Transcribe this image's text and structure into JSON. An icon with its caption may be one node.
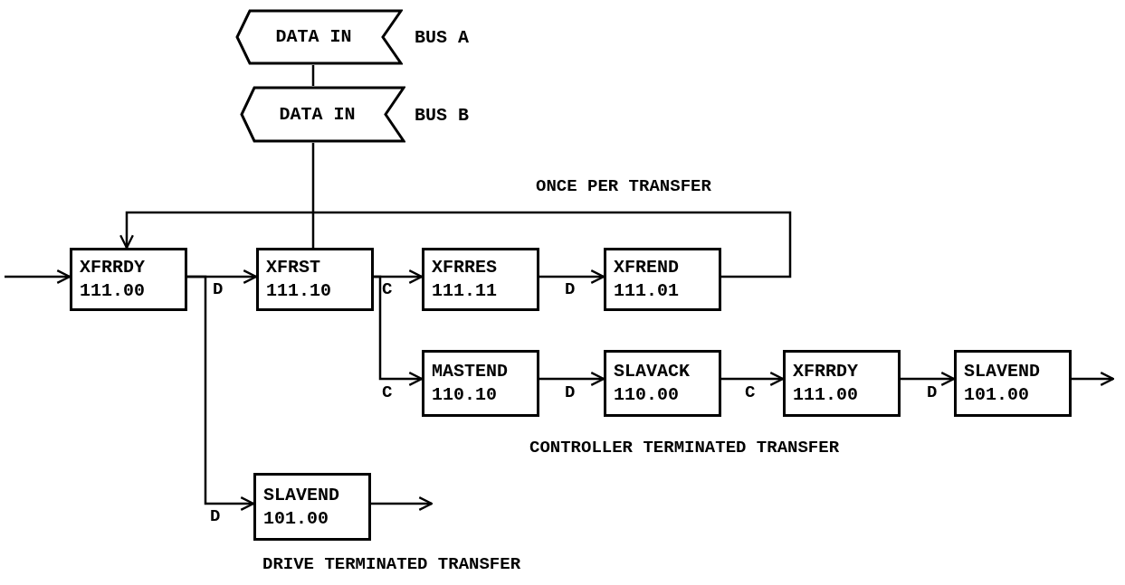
{
  "diagram": {
    "nodes": [
      {
        "text": [
          "DATA IN"
        ],
        "beside": [
          "BUS A"
        ]
      },
      {
        "text": [
          "DATA IN"
        ],
        "beside": [
          "BUS B"
        ]
      },
      {
        "text": [
          "XFRRDY",
          "111.00"
        ]
      },
      {
        "text": [
          "XFRST",
          "111.10"
        ]
      },
      {
        "text": [
          "XFRRES",
          "111.11"
        ]
      },
      {
        "text": [
          "XFREND",
          "111.01"
        ]
      },
      {
        "text": [
          "MASTEND",
          "110.10"
        ]
      },
      {
        "text": [
          "SLAVACK",
          "110.00"
        ]
      },
      {
        "text": [
          "XFRRDY",
          "111.00"
        ]
      },
      {
        "text": [
          "SLAVEND",
          "101.00"
        ]
      },
      {
        "text": [
          "SLAVEND",
          "101.00"
        ]
      }
    ],
    "edges": [
      {
        "from": 0,
        "to": 1,
        "arrow": "none"
      },
      {
        "from": 1,
        "to": 3,
        "arrow": "none"
      },
      {
        "from": 5,
        "to": 2,
        "arrow": "to",
        "label": "ONCE PER TRANSFER"
      },
      {
        "from": null,
        "to": 2,
        "arrow": "to"
      },
      {
        "from": 2,
        "to": 3,
        "arrow": "to",
        "label": "D"
      },
      {
        "from": 3,
        "to": 4,
        "arrow": "to",
        "label": "C"
      },
      {
        "from": 4,
        "to": 5,
        "arrow": "to",
        "label": "D"
      },
      {
        "from": 3,
        "to": 6,
        "arrow": "to",
        "label": "C"
      },
      {
        "from": 6,
        "to": 7,
        "arrow": "to",
        "label": "D"
      },
      {
        "from": 7,
        "to": 8,
        "arrow": "to",
        "label": "C"
      },
      {
        "from": 8,
        "to": 9,
        "arrow": "to",
        "label": "D"
      },
      {
        "from": 9,
        "to": null,
        "arrow": "to"
      },
      {
        "from": 2,
        "to": 10,
        "arrow": "to",
        "label": "D"
      },
      {
        "from": 10,
        "to": null,
        "arrow": "to"
      }
    ],
    "labels": [
      "CONTROLLER TERMINATED TRANSFER",
      "DRIVE TERMINATED TRANSFER"
    ]
  }
}
